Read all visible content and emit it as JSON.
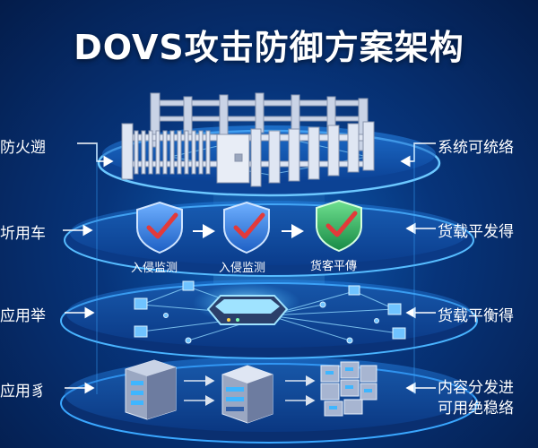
{
  "title": "DOVS攻击防御方案架构",
  "left_labels": [
    "防火遡",
    "圻用车",
    "应用举",
    "应用豸"
  ],
  "right_labels": [
    "系统可统络",
    "货载平发得",
    "货载平衡得",
    "内容分发进",
    "可用绝稳络"
  ],
  "shield_captions": [
    "入侵监测",
    "入侵监测",
    "货客平傳"
  ],
  "colors": {
    "shield_blue": "#2f78d8",
    "shield_green": "#23a85a",
    "check_red": "#e23a3a",
    "platform_glow": "#3fb6ff"
  },
  "icons": [
    "fence-icon",
    "shield-check-icon",
    "network-hub-icon",
    "server-icon",
    "server-rack-icon",
    "cube-stack-icon",
    "arrow-right-icon",
    "arrow-left-icon"
  ]
}
